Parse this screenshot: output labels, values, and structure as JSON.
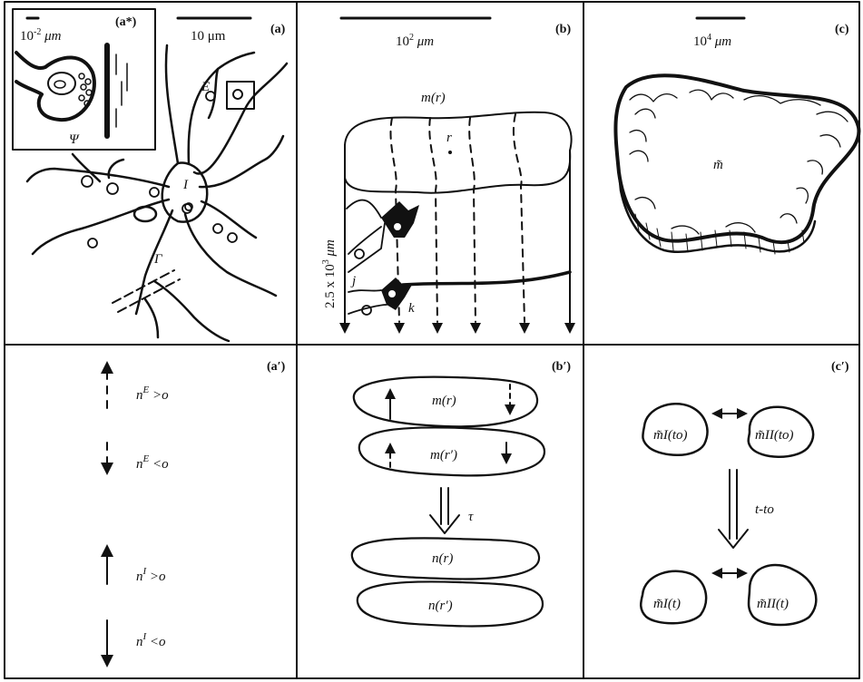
{
  "panels": {
    "a_star": {
      "label": "(a*)",
      "scale": "10",
      "scale_exp": "-2",
      "scale_unit": "μm",
      "psi": "Ψ"
    },
    "a": {
      "label": "(a)",
      "scale": "10 μm",
      "E": "E",
      "I": "I",
      "Gamma": "Γ"
    },
    "b": {
      "label": "(b)",
      "scale": "10",
      "scale_exp": "2",
      "scale_unit": "μm",
      "m_r": "m(r)",
      "r": "r",
      "j": "j",
      "k": "k",
      "depth_base": "2.5 x 10",
      "depth_exp": "3",
      "depth_unit": "μm"
    },
    "c": {
      "label": "(c)",
      "scale": "10",
      "scale_exp": "4",
      "scale_unit": "μm",
      "m_tilde": "m̃"
    },
    "a_prime": {
      "label": "(a′)",
      "rows": [
        {
          "base": "n",
          "sup": "E",
          "rel": ">o"
        },
        {
          "base": "n",
          "sup": "E",
          "rel": "<o"
        },
        {
          "base": "n",
          "sup": "I",
          "rel": ">o"
        },
        {
          "base": "n",
          "sup": "I",
          "rel": "<o"
        }
      ]
    },
    "b_prime": {
      "label": "(b′)",
      "m_r": "m(r)",
      "m_rp": "m(r′)",
      "tau": "τ",
      "n_r": "n(r)",
      "n_rp": "n(r′)"
    },
    "c_prime": {
      "label": "(c′)",
      "m_I_t0": "m̃I(to)",
      "m_II_t0": "m̃II(to)",
      "dt": "t-to",
      "m_I_t": "m̃I(t)",
      "m_II_t": "m̃II(t)"
    }
  }
}
